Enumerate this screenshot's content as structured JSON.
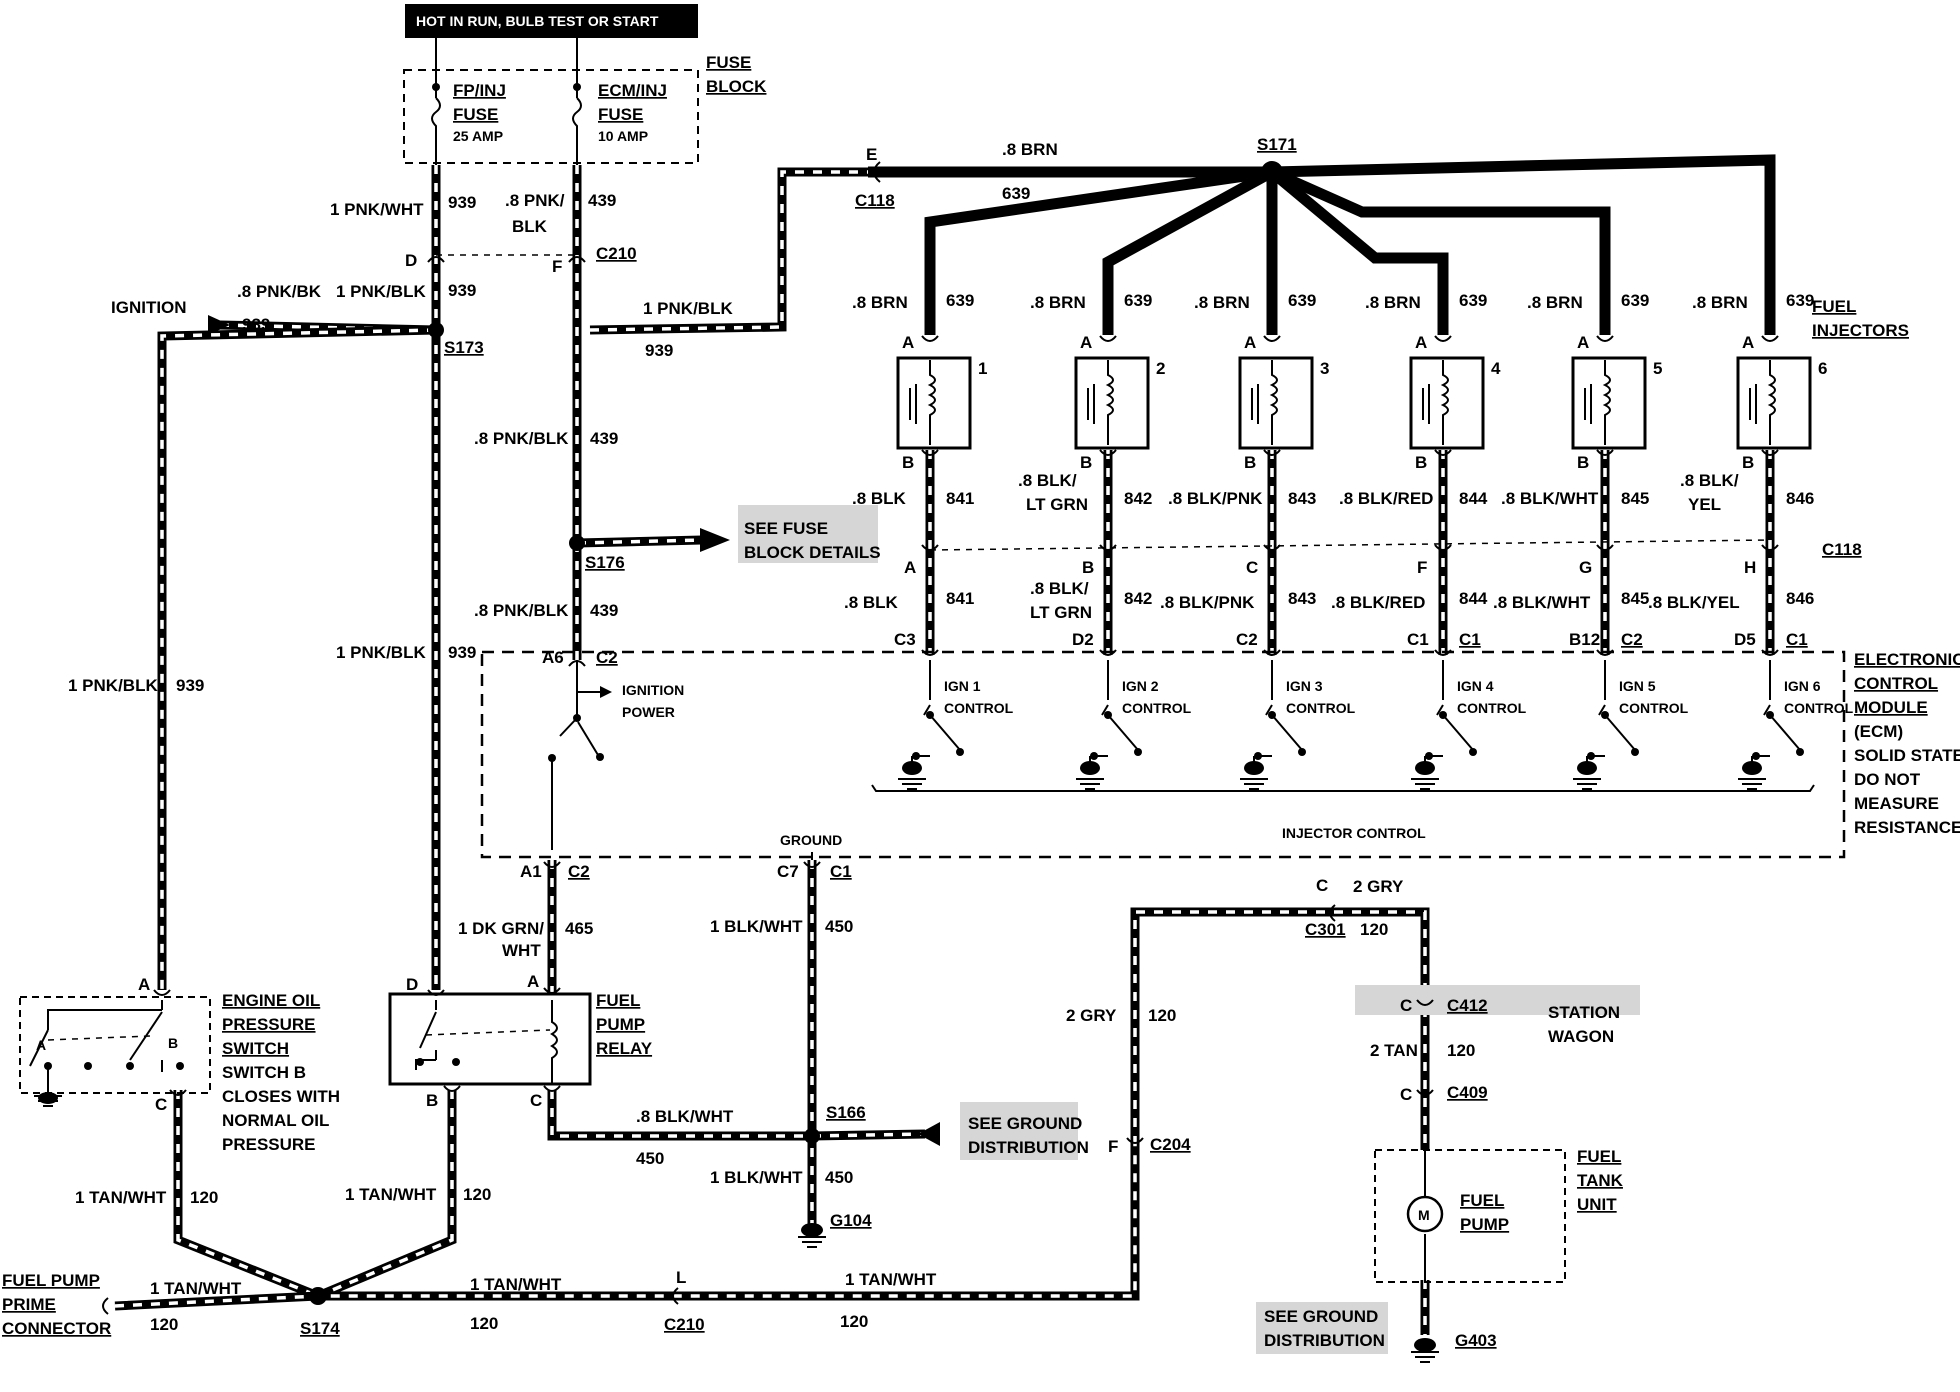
{
  "header": {
    "power_label": "HOT IN RUN, BULB TEST OR START"
  },
  "fuse_block": {
    "title_line1": "FUSE",
    "title_line2": "BLOCK",
    "fp_fuse_line1": "FP/INJ",
    "fp_fuse_line2": "FUSE",
    "fp_fuse_rating": "25 AMP",
    "ecm_fuse_line1": "ECM/INJ",
    "ecm_fuse_line2": "FUSE",
    "ecm_fuse_rating": "10 AMP"
  },
  "ignition": {
    "label": "IGNITION"
  },
  "wires": {
    "pnk_wht_1": "1 PNK/WHT",
    "c939": "939",
    "pnk_blk_08_a": ".8 PNK/",
    "blk": "BLK",
    "c439": "439",
    "pnk_bk_08": ".8 PNK/BK",
    "pnk_blk_1": "1 PNK/BLK",
    "pnk_blk_08": ".8 PNK/BLK",
    "brn_08": ".8 BRN",
    "c639": "639",
    "dk_grn_wht_1a": "1 DK GRN/",
    "dk_grn_wht_1b": "WHT",
    "c465": "465",
    "blk_wht_1": "1 BLK/WHT",
    "c450": "450",
    "blk_wht_08": ".8 BLK/WHT",
    "gry_2": "2 GRY",
    "c120": "120",
    "tan_2": "2 TAN",
    "tan_wht_1": "1 TAN/WHT"
  },
  "splices": {
    "s171": "S171",
    "s173": "S173",
    "s176": "S176",
    "s174": "S174",
    "s166": "S166"
  },
  "connectors": {
    "c118": "C118",
    "c210": "C210",
    "c2": "C2",
    "c1": "C1",
    "c3": "C3",
    "d2": "D2",
    "c204": "C204",
    "c301": "C301",
    "c412": "C412",
    "c409": "C409",
    "g104": "G104",
    "g403": "G403",
    "b12": "B12",
    "d5": "D5",
    "a6": "A6",
    "a1": "A1",
    "c7": "C7"
  },
  "pins": {
    "a": "A",
    "b": "B",
    "c": "C",
    "d": "D",
    "e": "E",
    "f": "F",
    "g": "G",
    "h": "H",
    "l": "L"
  },
  "injectors": {
    "title_line1": "FUEL",
    "title_line2": "INJECTORS",
    "items": [
      {
        "num": "1",
        "wire_b": ".8 BLK",
        "wire_b2": "",
        "circuit": "841",
        "ecm_pin": "C3",
        "ecm_conn": "",
        "c118_pin": "A",
        "ign_line1": "IGN 1",
        "ign_line2": "CONTROL"
      },
      {
        "num": "2",
        "wire_b": ".8 BLK/",
        "wire_b2": "LT GRN",
        "circuit": "842",
        "ecm_pin": "D2",
        "ecm_conn": "",
        "c118_pin": "B",
        "ign_line1": "IGN 2",
        "ign_line2": "CONTROL"
      },
      {
        "num": "3",
        "wire_b": ".8 BLK/PNK",
        "wire_b2": "",
        "circuit": "843",
        "ecm_pin": "C2",
        "ecm_conn": "",
        "c118_pin": "C",
        "ign_line1": "IGN 3",
        "ign_line2": "CONTROL"
      },
      {
        "num": "4",
        "wire_b": ".8 BLK/RED",
        "wire_b2": "",
        "circuit": "844",
        "ecm_pin": "C1",
        "ecm_conn": "C1",
        "c118_pin": "F",
        "ign_line1": "IGN 4",
        "ign_line2": "CONTROL"
      },
      {
        "num": "5",
        "wire_b": ".8 BLK/WHT",
        "wire_b2": "",
        "circuit": "845",
        "ecm_pin": "B12",
        "ecm_conn": "C2",
        "c118_pin": "G",
        "ign_line1": "IGN 5",
        "ign_line2": "CONTROL"
      },
      {
        "num": "6",
        "wire_b": ".8 BLK/",
        "wire_b2": "YEL",
        "wire_b_lower": ".8 BLK/YEL",
        "circuit": "846",
        "ecm_pin": "D5",
        "ecm_conn": "C1",
        "c118_pin": "H",
        "ign_line1": "IGN 6",
        "ign_line2": "CONTROL"
      }
    ]
  },
  "ecm": {
    "line1": "ELECTRONIC",
    "line2": "CONTROL",
    "line3": "MODULE",
    "line4": "(ECM)",
    "line5": "SOLID STATE",
    "line6": "DO NOT",
    "line7": "MEASURE",
    "line8": "RESISTANCE",
    "ign_power_line1": "IGNITION",
    "ign_power_line2": "POWER",
    "injector_control": "INJECTOR CONTROL",
    "ground": "GROUND"
  },
  "notes": {
    "see_fuse_line1": "SEE FUSE",
    "see_fuse_line2": "BLOCK DETAILS",
    "see_ground_line1": "SEE GROUND",
    "see_ground_line2": "DISTRIBUTION",
    "station_wagon_line1": "STATION",
    "station_wagon_line2": "WAGON"
  },
  "oil_switch": {
    "line1": "ENGINE OIL",
    "line2": "PRESSURE",
    "line3": "SWITCH",
    "line4": "SWITCH B",
    "line5": "CLOSES WITH",
    "line6": "NORMAL OIL",
    "line7": "PRESSURE"
  },
  "relay": {
    "line1": "FUEL",
    "line2": "PUMP",
    "line3": "RELAY"
  },
  "tank": {
    "line1": "FUEL",
    "line2": "TANK",
    "line3": "UNIT",
    "pump_line1": "FUEL",
    "pump_line2": "PUMP",
    "motor": "M"
  },
  "prime": {
    "line1": "FUEL PUMP",
    "line2": "PRIME",
    "line3": "CONNECTOR"
  }
}
